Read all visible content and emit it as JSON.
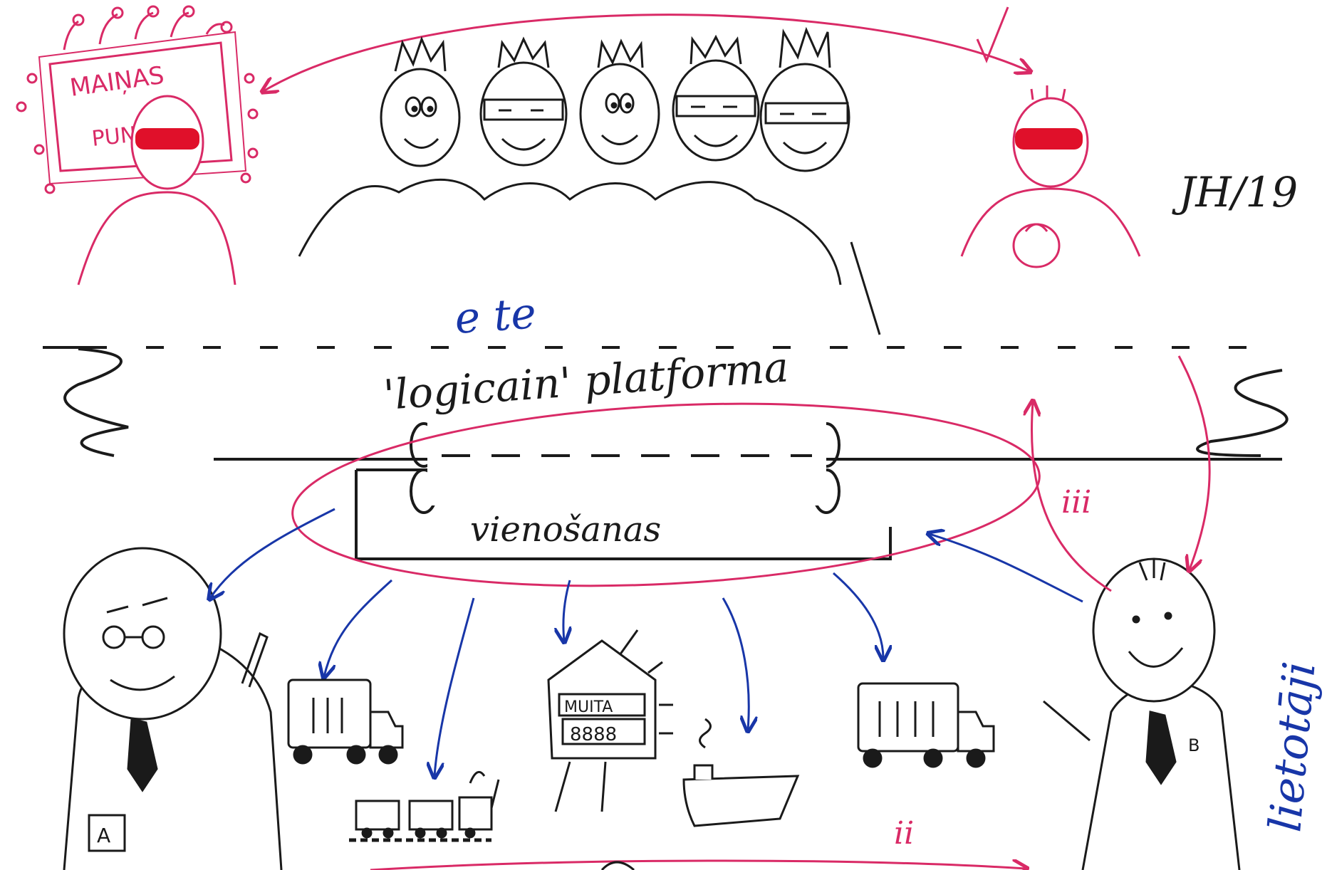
{
  "labels": {
    "sign": "MAINAS PUNKTS",
    "sign_line1": "MAIŅAS",
    "sign_line2": "PUN",
    "signature": "JH/19",
    "users_top": "e   te",
    "platform": "'logicain' platforma",
    "agreement": "vienošanas",
    "customs": "MUITA",
    "customs_sub": "8888",
    "users_right": "lietotāji",
    "badge_a": "A",
    "badge_b": "B",
    "mark_ii": "ii",
    "mark_iii": "iii"
  },
  "colors": {
    "ink": "#1a1a1a",
    "red": "#e0102a",
    "pink": "#d92a66",
    "blue": "#1836a8",
    "censor": "#ffffff"
  }
}
